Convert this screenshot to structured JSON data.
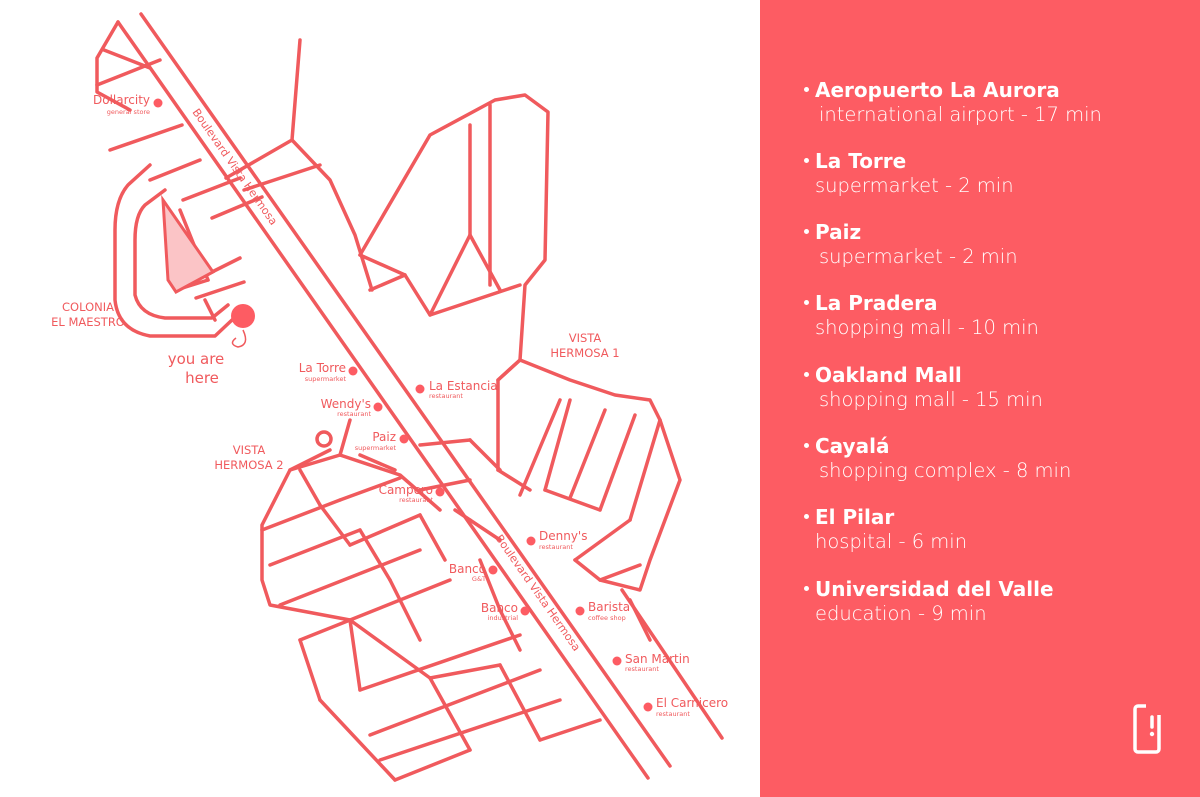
{
  "colors": {
    "accent": "#fd5c63",
    "line": "#f05a5d",
    "area_fill": "#fbc4c6"
  },
  "road_labels": {
    "boulevard_top": "Boulevard Vista Hermosa",
    "boulevard_bottom": "Boulevard Vista Hermosa"
  },
  "areas": {
    "colonia_line1": "COLONIA",
    "colonia_line2": "EL MAESTRO",
    "vh1_line1": "VISTA",
    "vh1_line2": "HERMOSA 1",
    "vh2_line1": "VISTA",
    "vh2_line2": "HERMOSA 2"
  },
  "you_are_here": {
    "line1": "you are",
    "line2": "here"
  },
  "places": {
    "dollarcity": {
      "name": "Dollarcity",
      "type": "general store"
    },
    "la_torre": {
      "name": "La Torre",
      "type": "supermarket"
    },
    "wendys": {
      "name": "Wendy's",
      "type": "restaurant"
    },
    "paiz": {
      "name": "Paiz",
      "type": "supermarket"
    },
    "la_estancia": {
      "name": "La Estancia",
      "type": "restaurant"
    },
    "campero": {
      "name": "Campero",
      "type": "restaurant"
    },
    "dennys": {
      "name": "Denny's",
      "type": "restaurant"
    },
    "banco_gt": {
      "name": "Banco",
      "type": "G&T"
    },
    "banco_ind": {
      "name": "Banco",
      "type": "industrial"
    },
    "barista": {
      "name": "Barista",
      "type": "coffee shop"
    },
    "san_martin": {
      "name": "San Martin",
      "type": "restaurant"
    },
    "el_carnicero": {
      "name": "El Carnicero",
      "type": "restaurant"
    }
  },
  "panel": {
    "items": [
      {
        "name": "Aeropuerto La Aurora",
        "desc": "international airport - 17 min"
      },
      {
        "name": "La Torre",
        "desc": "supermarket - 2 min"
      },
      {
        "name": "Paiz",
        "desc": "supermarket - 2 min"
      },
      {
        "name": "La Pradera",
        "desc": "shopping mall - 10 min"
      },
      {
        "name": "Oakland Mall",
        "desc": "shopping mall - 15 min"
      },
      {
        "name": "Cayalá",
        "desc": "shopping complex - 8 min"
      },
      {
        "name": "El Pilar",
        "desc": "hospital - 6 min"
      },
      {
        "name": "Universidad del Valle",
        "desc": "education - 9 min"
      }
    ],
    "logo_icon": "door-phone-icon"
  }
}
